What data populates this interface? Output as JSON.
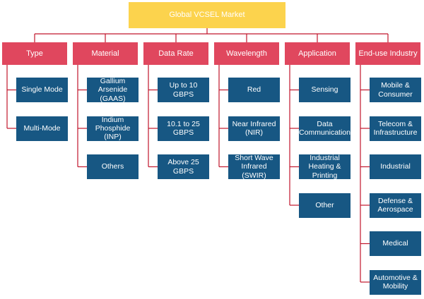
{
  "title": "Global VCSEL Market",
  "colors": {
    "root": "#fcd34d",
    "category": "#e0475e",
    "leaf": "#175783",
    "line": "#c0162c"
  },
  "categories": [
    {
      "label": "Type",
      "children": [
        "Single Mode",
        "Multi-Mode"
      ]
    },
    {
      "label": "Material",
      "children": [
        "Gallium Arsenide (GAAS)",
        "Indium Phosphide (INP)",
        "Others"
      ]
    },
    {
      "label": "Data Rate",
      "children": [
        "Up to 10 GBPS",
        "10.1 to 25 GBPS",
        "Above 25 GBPS"
      ]
    },
    {
      "label": "Wavelength",
      "children": [
        "Red",
        "Near Infrared (NIR)",
        "Short Wave Infrared (SWIR)"
      ]
    },
    {
      "label": "Application",
      "children": [
        "Sensing",
        "Data Communication",
        "Industrial Heating & Printing",
        "Other"
      ]
    },
    {
      "label": "End-use Industry",
      "children": [
        "Mobile & Consumer",
        "Telecom & Infrastructure",
        "Industrial",
        "Defense & Aerospace",
        "Medical",
        "Automotive & Mobility"
      ]
    }
  ]
}
